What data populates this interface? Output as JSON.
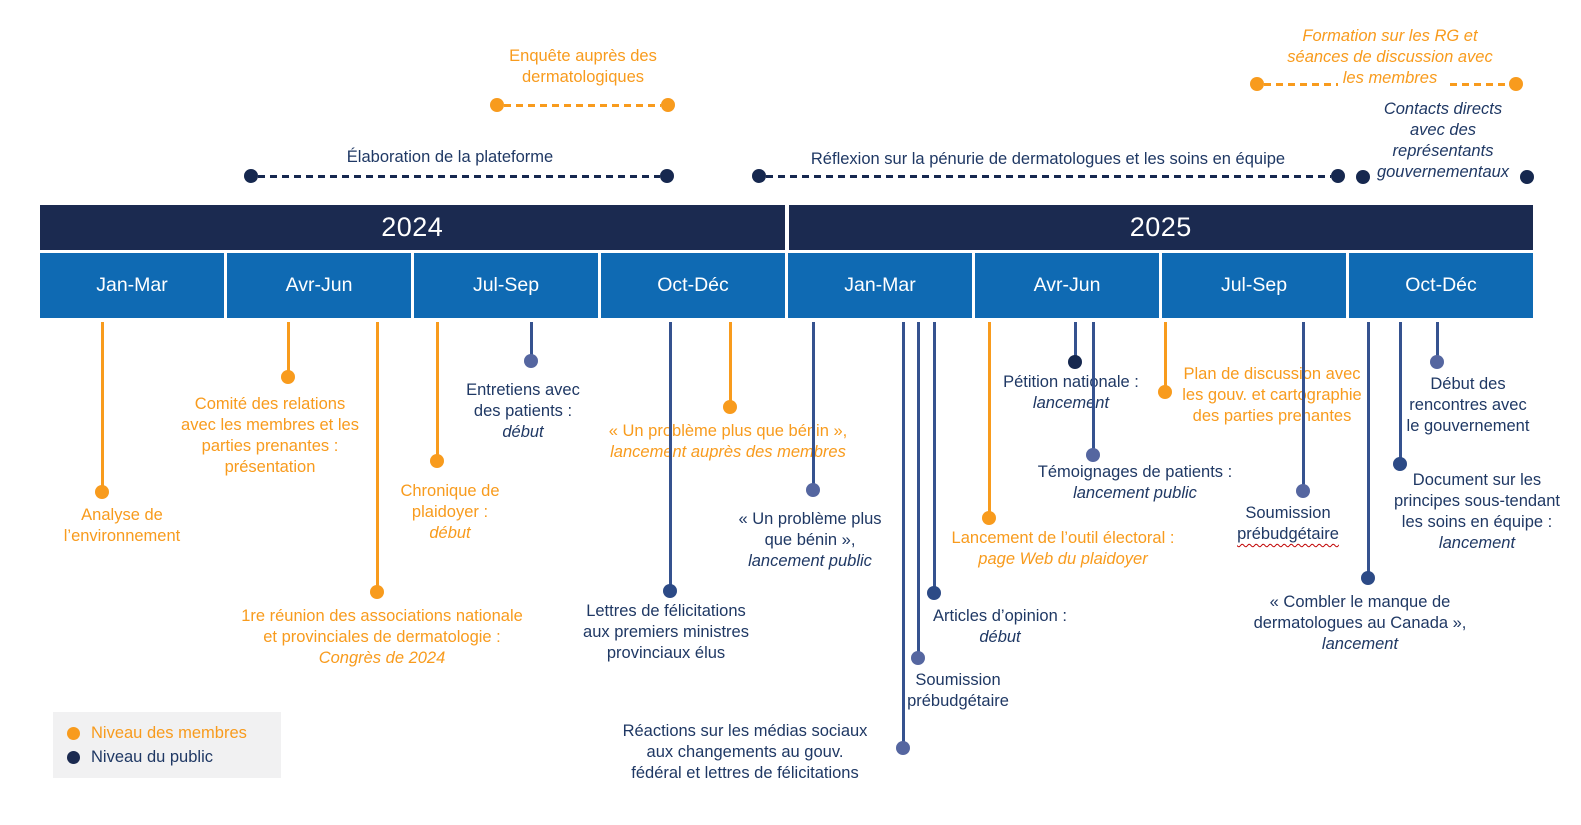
{
  "palette": {
    "orange": "#F89B1D",
    "navy-text": "#1F3864",
    "line-navy": "#35528F",
    "dot-dark": "#16284F",
    "dot-med": "#2C4A86",
    "dot-slate": "#5566A0",
    "year-bg": "#1B2A50",
    "quarter-bg": "#0F6AB3",
    "legend-bg": "#F1F1F2",
    "squiggle": "#C00000"
  },
  "timeline": {
    "years": [
      {
        "label": "2024"
      },
      {
        "label": "2025"
      }
    ],
    "quarters": [
      "Jan-Mar",
      "Avr-Jun",
      "Jul-Sep",
      "Oct-Déc",
      "Jan-Mar",
      "Avr-Jun",
      "Jul-Sep",
      "Oct-Déc"
    ]
  },
  "top_events": {
    "enquete": {
      "lines": [
        "Enquête auprès des",
        "dermatologiques"
      ]
    },
    "elaboration": {
      "lines": [
        "Élaboration de la plateforme"
      ]
    },
    "reflexion": {
      "lines": [
        "Réflexion sur la pénurie de dermatologues et les soins en équipe"
      ]
    },
    "formation": {
      "lines": [
        "Formation sur les RG et",
        "séances de discussion avec",
        "les membres"
      ]
    },
    "contacts": {
      "lines": [
        "Contacts directs",
        "avec des",
        "représentants",
        "gouvernementaux"
      ]
    }
  },
  "events": {
    "analyse": {
      "lines": [
        "Analyse de",
        "l’environnement"
      ]
    },
    "comite": {
      "lines": [
        "Comité des relations",
        "avec les membres et les",
        "parties prenantes :",
        "présentation"
      ]
    },
    "reunion": {
      "lines": [
        "1re réunion des associations nationale",
        "et provinciales de dermatologie :",
        "Congrès de 2024"
      ]
    },
    "chronique": {
      "lines": [
        "Chronique de",
        "plaidoyer :",
        "début"
      ]
    },
    "entretiens": {
      "lines": [
        "Entretiens avec",
        "des patients :",
        "début"
      ]
    },
    "probleme_membres": {
      "lines": [
        "« Un problème plus que bénin »,",
        "lancement auprès des membres"
      ]
    },
    "lettres": {
      "lines": [
        "Lettres de félicitations",
        "aux premiers ministres",
        "provinciaux élus"
      ]
    },
    "probleme_public": {
      "lines": [
        "« Un problème plus",
        "que bénin »,",
        "lancement public"
      ]
    },
    "reactions": {
      "lines": [
        "Réactions sur les médias sociaux",
        "aux changements au gouv.",
        "fédéral et lettres de félicitations"
      ]
    },
    "soumission1": {
      "lines": [
        "Soumission",
        "prébudgétaire"
      ]
    },
    "articles": {
      "lines": [
        "Articles d’opinion :",
        "début"
      ]
    },
    "petition": {
      "lines": [
        "Pétition nationale :",
        "lancement"
      ]
    },
    "temoignages": {
      "lines": [
        "Témoignages de patients :",
        "lancement public"
      ]
    },
    "outil": {
      "lines": [
        "Lancement de l’outil électoral :",
        "page Web du plaidoyer"
      ]
    },
    "plan": {
      "lines": [
        "Plan de discussion avec",
        "les gouv. et cartographie",
        "des parties prenantes"
      ]
    },
    "soumission2": {
      "lines": [
        "Soumission",
        "prébudgétaire"
      ]
    },
    "combler": {
      "lines": [
        "« Combler le manque de",
        "dermatologues au Canada »,",
        "lancement"
      ]
    },
    "document": {
      "lines": [
        "Document sur les",
        "principes sous-tendant",
        "les soins en équipe :",
        "lancement"
      ]
    },
    "debut_rencontres": {
      "lines": [
        "Début des",
        "rencontres avec",
        "le gouvernement"
      ]
    }
  },
  "legend": {
    "items": [
      {
        "label": "Niveau des membres",
        "color": "#F89B1D"
      },
      {
        "label": "Niveau du public",
        "color": "#1B2A50"
      }
    ]
  }
}
